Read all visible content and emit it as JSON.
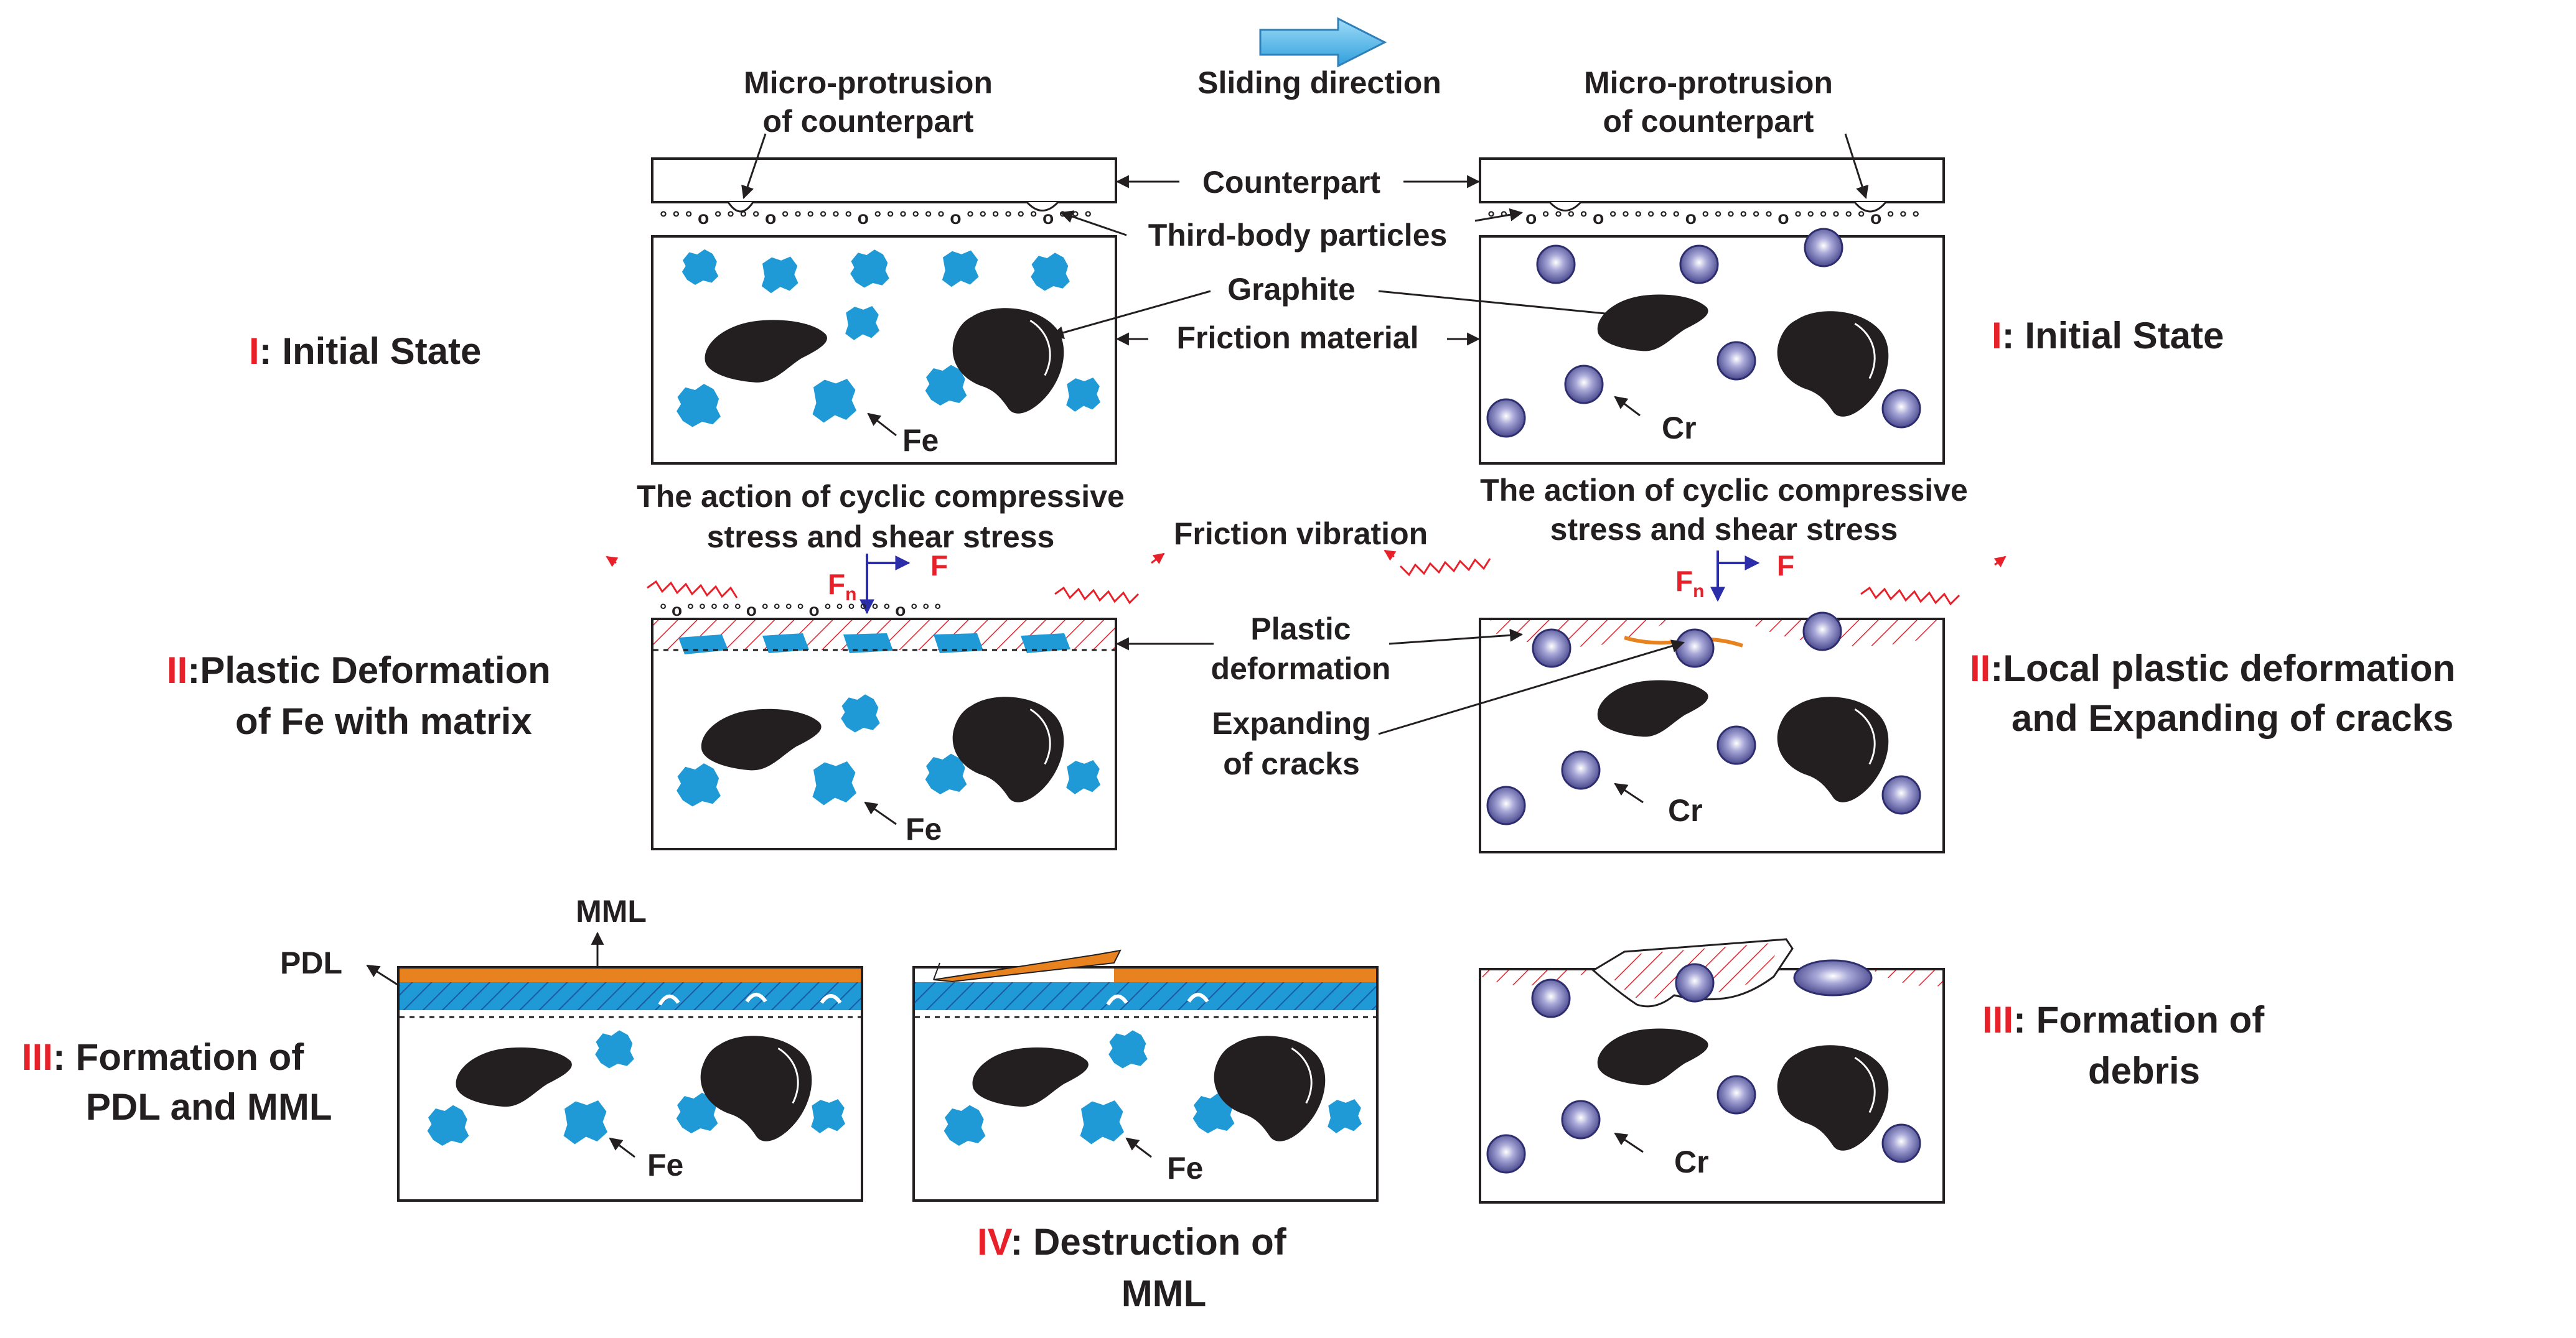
{
  "header": {
    "sliding_direction": "Sliding direction"
  },
  "labels": {
    "micro_protrusion_l1": "Micro-protrusion",
    "micro_protrusion_l2": "of counterpart",
    "counterpart": "Counterpart",
    "third_body": "Third-body particles",
    "graphite": "Graphite",
    "friction_material": "Friction material",
    "fe": "Fe",
    "cr": "Cr",
    "cyclic_l1": "The action of cyclic compressive",
    "cyclic_l2": "stress and shear stress",
    "friction_vibration": "Friction vibration",
    "plastic_l1": "Plastic",
    "plastic_l2": "deformation",
    "cracks_l1": "Expanding",
    "cracks_l2": "of cracks",
    "mml": "MML",
    "pdl": "PDL",
    "force_fn": "F",
    "force_fn_sub_left": "n",
    "force_fn_sub_right": "n",
    "force_f": "F"
  },
  "stages": {
    "s1_left_roman": "I",
    "s1_left_text": ":  Initial State",
    "s1_right_roman": "I",
    "s1_right_text": ":  Initial State",
    "s2_left_roman": "II",
    "s2_left_text_1": ":Plastic Deformation",
    "s2_left_text_2": "of Fe with matrix",
    "s2_right_roman": "II",
    "s2_right_text_1": ":Local plastic deformation",
    "s2_right_text_2": "and Expanding of cracks",
    "s3_left_roman": "III",
    "s3_left_text_1": ":  Formation of",
    "s3_left_text_2": "PDL and MML",
    "s3_right_roman": "III",
    "s3_right_text_1": ":  Formation of",
    "s3_right_text_2": "debris",
    "s4_roman": "IV",
    "s4_text_1": ":  Destruction of",
    "s4_text_2": "MML"
  },
  "colors": {
    "fe_particle": "#1f9ad6",
    "graphite": "#231f20",
    "mml_layer": "#e8821e",
    "hatch": "#e8202a",
    "cr_particle": "#5a5aa0",
    "roman_numeral": "#e8202a",
    "force_arrow": "#2b2ea8",
    "direction_arrow": "#5cc0ee"
  }
}
